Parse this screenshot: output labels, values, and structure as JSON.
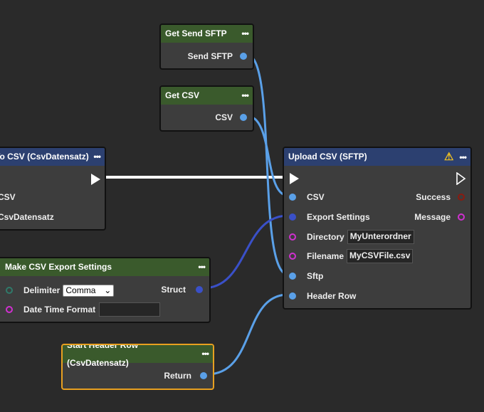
{
  "nodes": {
    "get_send_sftp": {
      "title": "Get Send SFTP",
      "output": "Send SFTP"
    },
    "get_csv": {
      "title": "Get CSV",
      "output": "CSV"
    },
    "to_csv": {
      "title": "To CSV (CsvDatensatz)",
      "rows": [
        "CSV",
        "CsvDatensatz"
      ]
    },
    "make_settings": {
      "title": "Make CSV Export Settings",
      "delimiter_label": "Delimiter",
      "delimiter_value": "Comma",
      "date_label": "Date Time Format",
      "date_value": "",
      "output": "Struct"
    },
    "start_header": {
      "title": "Start Header Row (CsvDatensatz)",
      "output": "Return"
    },
    "upload": {
      "title": "Upload CSV (SFTP)",
      "inputs": {
        "csv": "CSV",
        "export": "Export Settings",
        "directory": "Directory",
        "directory_value": "MyUnterordner",
        "filename": "Filename",
        "filename_value": "MyCSVFile.csv",
        "sftp": "Sftp",
        "header": "Header Row"
      },
      "outputs": {
        "success": "Success",
        "message": "Message"
      }
    }
  },
  "menu_icon": "•••",
  "colors": {
    "struct_pin": "#5aa0e8",
    "settings_pin": "#3a50c8",
    "string_pin": "#d030d0",
    "exec": "#ffffff",
    "warning": "#f0c020"
  }
}
